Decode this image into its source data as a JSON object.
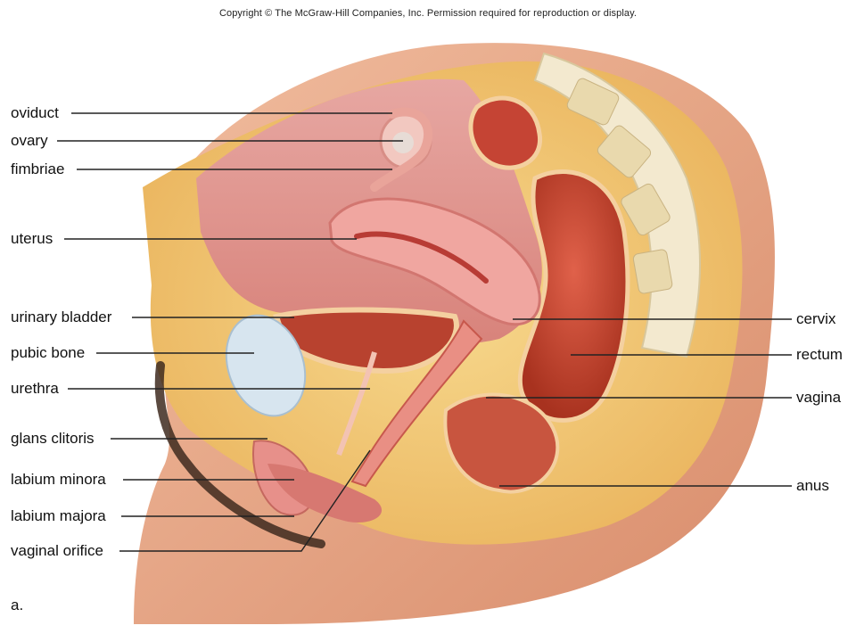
{
  "copyright": "Copyright © The McGraw-Hill Companies, Inc. Permission required for reproduction or display.",
  "panel_label": "a.",
  "labels": {
    "oviduct": "oviduct",
    "ovary": "ovary",
    "fimbriae": "fimbriae",
    "uterus": "uterus",
    "urinary_bladder": "urinary bladder",
    "pubic_bone": "pubic bone",
    "urethra": "urethra",
    "glans_clitoris": "glans clitoris",
    "labium_minora": "labium minora",
    "labium_majora": "labium majora",
    "vaginal_orifice": "vaginal orifice",
    "cervix": "cervix",
    "rectum": "rectum",
    "vagina": "vagina",
    "anus": "anus"
  },
  "colors": {
    "skin": "#e8a98a",
    "fat": "#f2c56f",
    "muscle": "#d9826a",
    "organ_pink": "#e89a92",
    "organ_red": "#c94a3a",
    "bone": "#efe3c4",
    "bladder": "#cfe0ec",
    "line": "#222222"
  }
}
